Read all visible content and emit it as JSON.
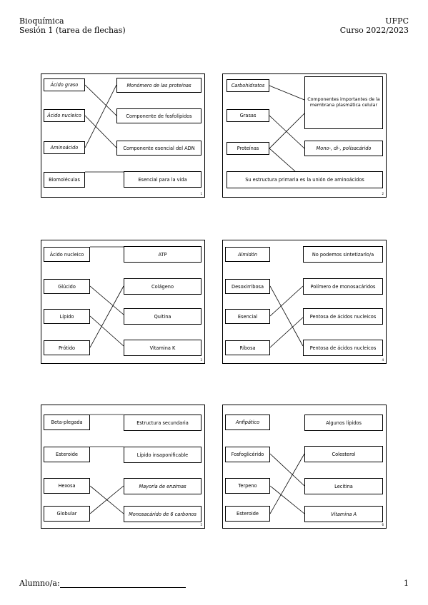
{
  "header": {
    "subject": "Bioquímica",
    "session": "Sesión 1 (tarea de flechas)",
    "university": "UFPC",
    "course": "Curso 2022/2023"
  },
  "slides": [
    {
      "num": "1",
      "left": [
        "Ácido graso",
        "Ácido nucleico",
        "Aminoácido",
        "Biomoléculas"
      ],
      "right": [
        "Monómero de las proteínas",
        "Componente de fosfolípidos",
        "Componente esencial del ADN",
        "Esencial para la vida"
      ]
    },
    {
      "num": "2",
      "left": [
        "Carbohidratos",
        "Grasas",
        "Proteínas"
      ],
      "right": [
        "Componentes importantes de la membrana plasmática celular",
        "Mono-, di-, polisacárido"
      ],
      "bottom": "Su estructura primaria es la unión de aminoácidos"
    },
    {
      "num": "3",
      "left": [
        "Ácido nucleico",
        "Glúcido",
        "Lípido",
        "Prótido"
      ],
      "right": [
        "ATP",
        "Colágeno",
        "Quitina",
        "Vitamina K"
      ]
    },
    {
      "num": "4",
      "left": [
        "Almidón",
        "Desoxirribosa",
        "Esencial",
        "Ribosa"
      ],
      "right": [
        "No podemos sintetizarlo/a",
        "Polímero de monosacáridos",
        "Pentosa de ácidos nucleicos",
        "Pentosa de ácidos nucleicos"
      ]
    },
    {
      "num": "5",
      "left": [
        "Beta-plegada",
        "Esteroide",
        "Hexosa",
        "Globular"
      ],
      "right": [
        "Estructura secundaria",
        "Lípido insaponificable",
        "Mayoría de enzimas",
        "Monosacárido de 6 carbonos"
      ]
    },
    {
      "num": "6",
      "left": [
        "Anfipático",
        "Fosfoglicérido",
        "Terpeno",
        "Esteroide"
      ],
      "right": [
        "Algunos lípidos",
        "Colesterol",
        "Lecitina",
        "Vitamina A"
      ]
    }
  ],
  "footer": {
    "student_label": "Alumno/a:",
    "page_number": "1"
  }
}
